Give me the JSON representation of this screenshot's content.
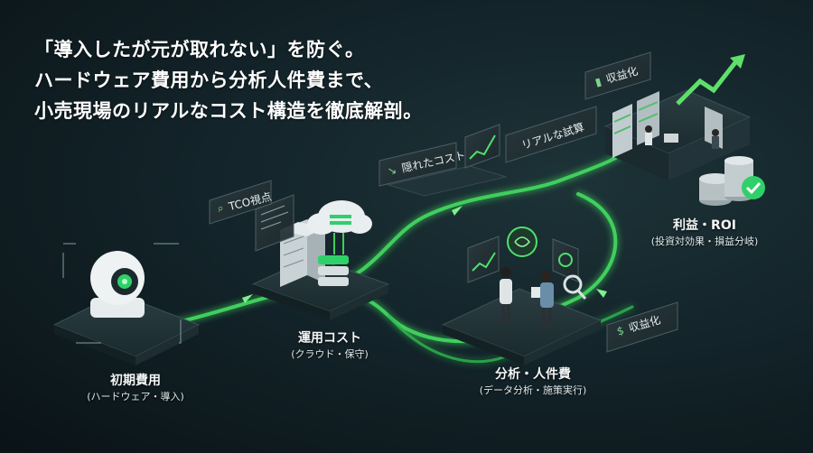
{
  "headline": {
    "line1": "「導入したが元が取れない」を防ぐ。",
    "line2": "ハードウェア費用から分析人件費まで、",
    "line3": "小売現場のリアルなコスト構造を徹底解剖。"
  },
  "stages": {
    "initial": {
      "title": "初期費用",
      "subtitle": "(ハードウェア・導入)"
    },
    "operation": {
      "title": "運用コスト",
      "subtitle": "(クラウド・保守)"
    },
    "analysis": {
      "title": "分析・人件費",
      "subtitle": "(データ分析・施策実行)"
    },
    "profit": {
      "title": "利益・ROI",
      "subtitle": "(投資対効果・損益分岐)"
    }
  },
  "tags": {
    "tco": "TCO視点",
    "hidden_cost": "隠れたコスト",
    "trial_calc": "リアルな試算",
    "monetize_top": "収益化",
    "monetize_side": "収益化"
  },
  "colors": {
    "accent_green": "#5ee06a",
    "background": "#13242a"
  },
  "icons": [
    "camera-icon",
    "server-icon",
    "cloud-icon",
    "brain-icon",
    "coins-icon",
    "check-icon",
    "dollar-icon",
    "chart-icon"
  ]
}
